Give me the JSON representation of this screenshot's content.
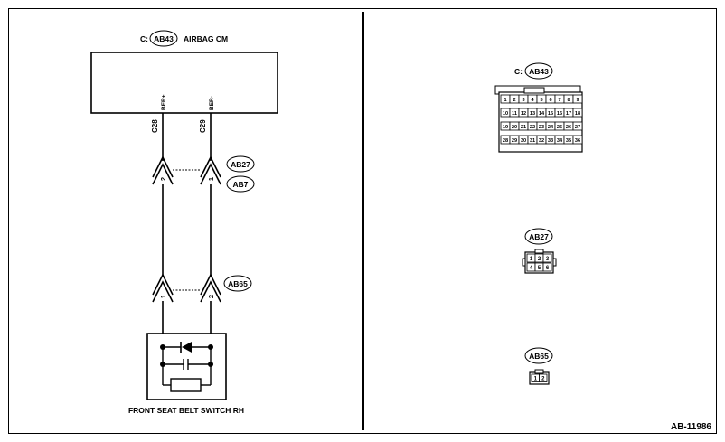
{
  "figure_id": "AB-11986",
  "module": {
    "connector_prefix": "C:",
    "connector": "AB43",
    "name": "AIRBAG CM",
    "pins": [
      {
        "pin": "C28",
        "signal": "BER+"
      },
      {
        "pin": "C29",
        "signal": "BER-"
      }
    ]
  },
  "connectors": {
    "ab27": "AB27",
    "ab7": "AB7",
    "ab65": "AB65"
  },
  "upper_terminals": {
    "left": "2",
    "right": "1"
  },
  "lower_terminals": {
    "left": "1",
    "right": "2"
  },
  "switch_label": "FRONT SEAT BELT SWITCH RH",
  "views": {
    "ab43": {
      "prefix": "C:",
      "label": "AB43",
      "rows": [
        [
          "1",
          "2",
          "3",
          "4",
          "5",
          "6",
          "7",
          "8",
          "9"
        ],
        [
          "10",
          "11",
          "12",
          "13",
          "14",
          "15",
          "16",
          "17",
          "18"
        ],
        [
          "19",
          "20",
          "21",
          "22",
          "23",
          "24",
          "25",
          "26",
          "27"
        ],
        [
          "28",
          "29",
          "30",
          "31",
          "32",
          "33",
          "34",
          "35",
          "36"
        ]
      ]
    },
    "ab27": {
      "label": "AB27",
      "rows": [
        [
          "1",
          "2",
          "3"
        ],
        [
          "4",
          "5",
          "6"
        ]
      ]
    },
    "ab65": {
      "label": "AB65",
      "rows": [
        [
          "1",
          "2"
        ]
      ]
    }
  }
}
